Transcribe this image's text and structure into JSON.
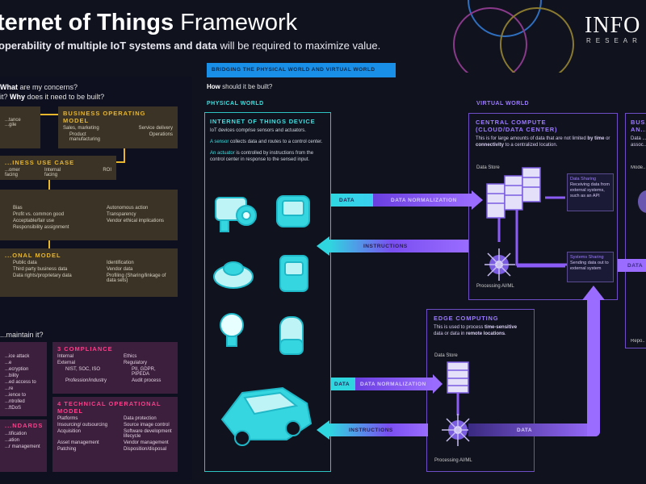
{
  "header": {
    "title_bold": "ternet of Things",
    "title_light": " Framework",
    "subtitle_bold": "operability of multiple IoT systems and data",
    "subtitle_rest": " will be required to maximize value.",
    "logo": "INFO",
    "logo_sub": "RESEAR"
  },
  "left": {
    "q1_bold": "What",
    "q1_rest": " are my concerns?",
    "q2_pre": "it? ",
    "q2_bold": "Why",
    "q2_rest": " does it need to be built?",
    "box1_items": [
      "...tance",
      "...gile"
    ],
    "business_operating_model": {
      "title": "BUSINESS OPERATING MODEL",
      "items": [
        "Sales, marketing",
        "Service delivery",
        "Product manufacturing",
        "Operations"
      ]
    },
    "business_use_case": {
      "title": "...INESS USE CASE",
      "items": [
        "...omer facing",
        "Internal facing",
        "ROI"
      ]
    },
    "ethics": {
      "items": [
        "Bias",
        "Autonomous action",
        "Profit vs. common good",
        "Transparency",
        "Acceptable/fair use",
        "Vendor ethical implications",
        "Responsibility assignment",
        ""
      ]
    },
    "data_model": {
      "title": "...ONAL MODEL",
      "items": [
        "Public data",
        "Identification",
        "Third party business data",
        "Vendor data",
        "Data rights/proprietary data",
        "Profiling (Sharing/linkage of data sets)"
      ]
    },
    "q3": "...maintain it?",
    "security": {
      "items": [
        "...ice attack",
        "...e",
        "...ecryption",
        "...bility",
        "...ed access to",
        "...re",
        "...ience to",
        "...ntrolled",
        "...ftDoS"
      ]
    },
    "standards": {
      "title": "...NDARDS",
      "items": [
        "...tification",
        "...ation",
        "...r management"
      ]
    },
    "compliance": {
      "title": "3  COMPLIANCE",
      "items": [
        "Internal",
        "Ethics",
        "External",
        "Regulatory",
        "NIST, SOC, ISO",
        "PII, GDPR, PIPEDA",
        "Profession/industry",
        "Audit process"
      ]
    },
    "technical": {
      "title": "4  TECHNICAL OPERATIONAL MODEL",
      "items": [
        "Platforms",
        "Data protection",
        "Insourcing/ outsourcing",
        "Source image control",
        "Acquisition",
        "Software development lifecycle",
        "Asset management",
        "Vendor management",
        "Patching",
        "Disposition/disposal"
      ]
    }
  },
  "main": {
    "banner": "BRIDGING THE PHYSICAL WORLD AND VIRTUAL WORLD",
    "how_bold": "How",
    "how_rest": " should it be built?",
    "physical_world": "PHYSICAL WORLD",
    "virtual_world": "VIRTUAL WORLD",
    "device": {
      "title": "INTERNET OF THINGS DEVICE",
      "p1": "IoT devices comprise sensors and actuators.",
      "p2_hl": "A sensor",
      "p2_rest": " collects data and routes to a control center.",
      "p3_hl": "An actuator",
      "p3_rest": " is controlled by instructions from the control center in response to the sensed input."
    },
    "central": {
      "title": "CENTRAL COMPUTE (CLOUD/DATA CENTER)",
      "desc_pre": "This is for large amounts of data that are not limited ",
      "desc_b1": "by time",
      "desc_mid": " or ",
      "desc_b2": "connectivity",
      "desc_post": " to a centralized location.",
      "data_store": "Data Store",
      "processing": "Processing AI/ML",
      "data_sharing_title": "Data Sharing",
      "data_sharing_text": "Receiving data from external systems, such as an API",
      "systems_sharing_title": "Systems Sharing",
      "systems_sharing_text": "Sending data out to external system"
    },
    "edge": {
      "title": "EDGE COMPUTING",
      "desc_pre": "This is used to process ",
      "desc_b1": "time-sensitive",
      "desc_mid": " data or data in ",
      "desc_b2": "remote locations",
      "desc_post": ".",
      "data_store": "Data Store",
      "processing": "Processing AI/ML"
    },
    "business": {
      "title": "BUS... AN...",
      "desc": "Data ... assoc...",
      "model": "Mode...",
      "rep": "Repo..."
    },
    "arrows": {
      "data": "DATA",
      "data_normalization": "DATA NORMALIZATION",
      "instructions": "INSTRUCTIONS"
    }
  },
  "colors": {
    "background": "#10121e",
    "cyan": "#2fd6e0",
    "purple": "#8b5cf6",
    "gold": "#e8b62c",
    "pink": "#ff3d8a",
    "banner": "#1a8fe8"
  }
}
